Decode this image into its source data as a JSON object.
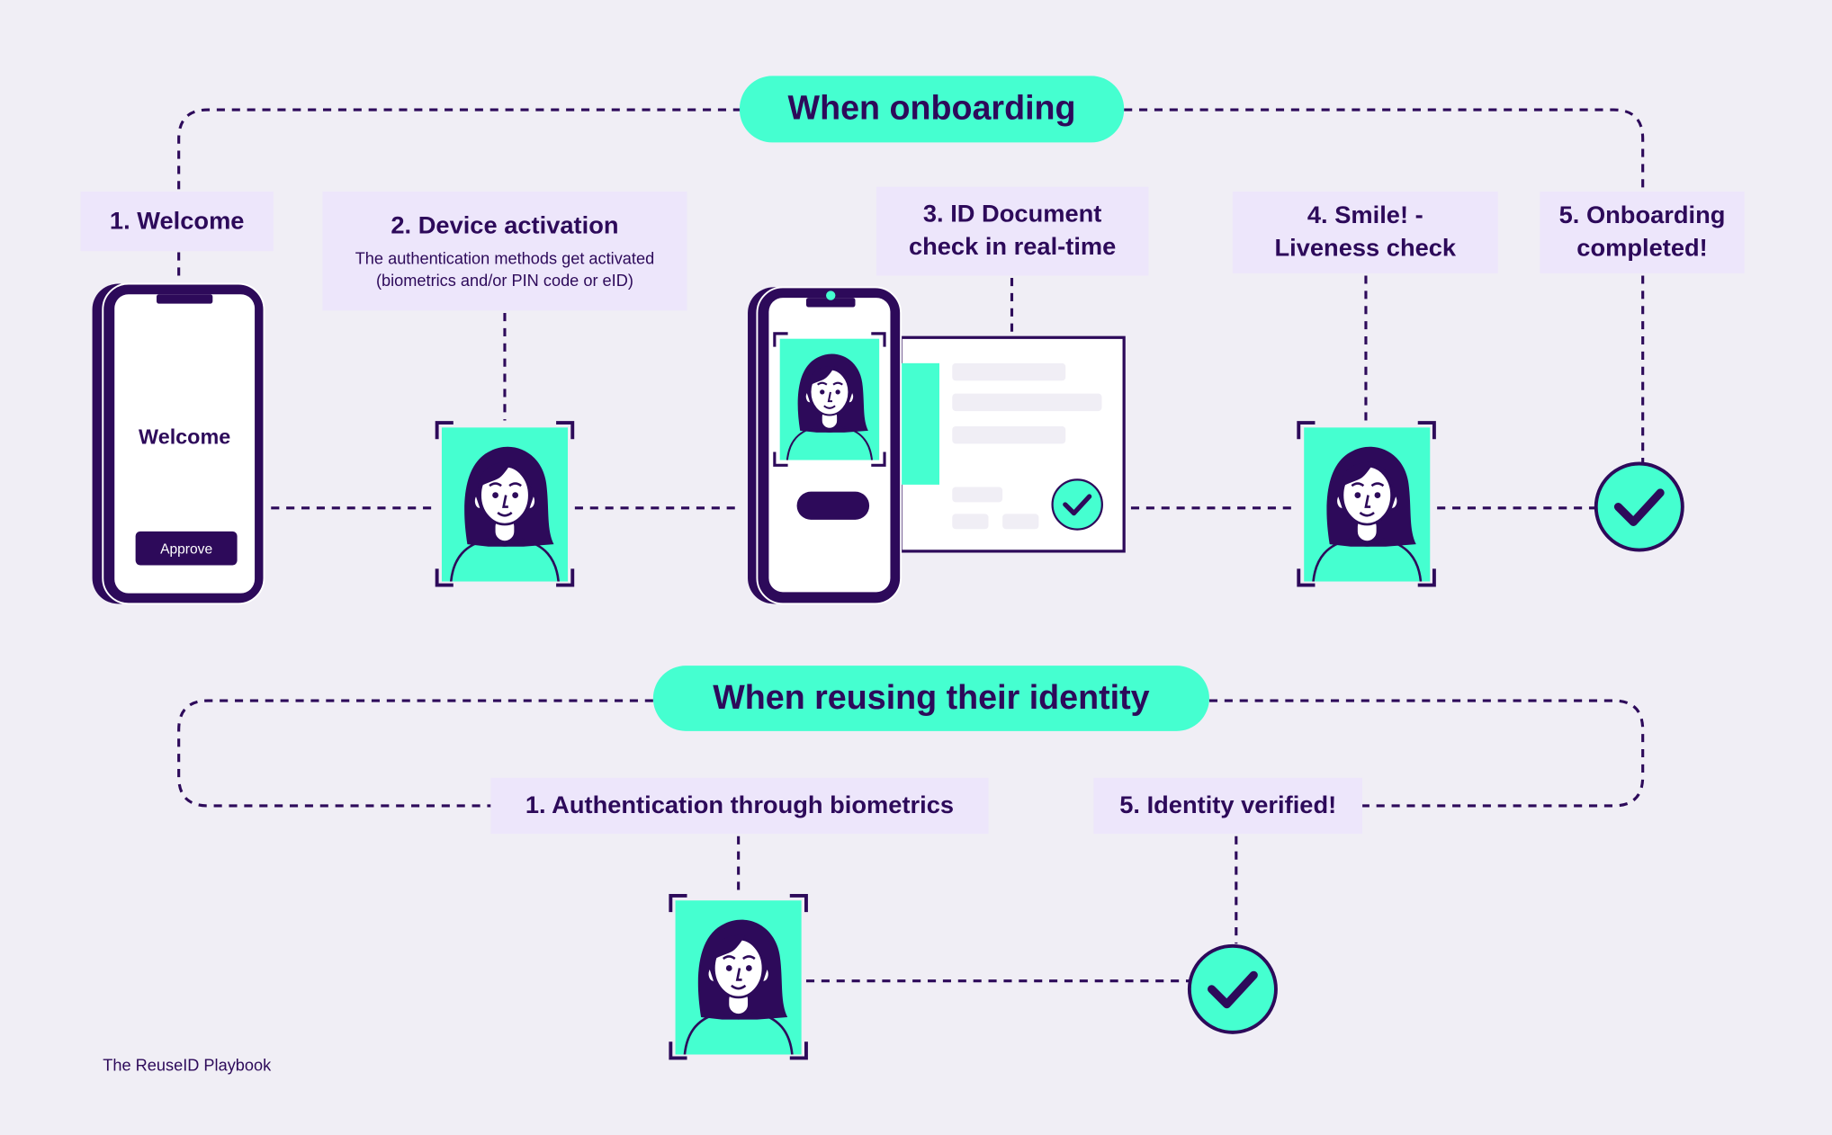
{
  "onboarding": {
    "title": "When onboarding",
    "steps": [
      {
        "label": "1. Welcome"
      },
      {
        "label": "2. Device activation",
        "description_line1": "The authentication methods get activated",
        "description_line2": "(biometrics and/or PIN code or eID)"
      },
      {
        "label_line1": "3. ID Document",
        "label_line2": "check in real-time"
      },
      {
        "label_line1": "4. Smile! -",
        "label_line2": "Liveness check"
      },
      {
        "label_line1": "5. Onboarding",
        "label_line2": "completed!"
      }
    ],
    "phone_screen": {
      "heading": "Welcome",
      "button": "Approve"
    }
  },
  "reuse": {
    "title": "When reusing their identity",
    "steps": [
      {
        "label": "1. Authentication through biometrics"
      },
      {
        "label": "5. Identity verified!"
      }
    ]
  },
  "footer": "The ReuseID Playbook",
  "colors": {
    "accent": "#45ffd0",
    "ink": "#2d0a5a",
    "label_bg": "#ede6fb",
    "background": "#f0eef5"
  }
}
